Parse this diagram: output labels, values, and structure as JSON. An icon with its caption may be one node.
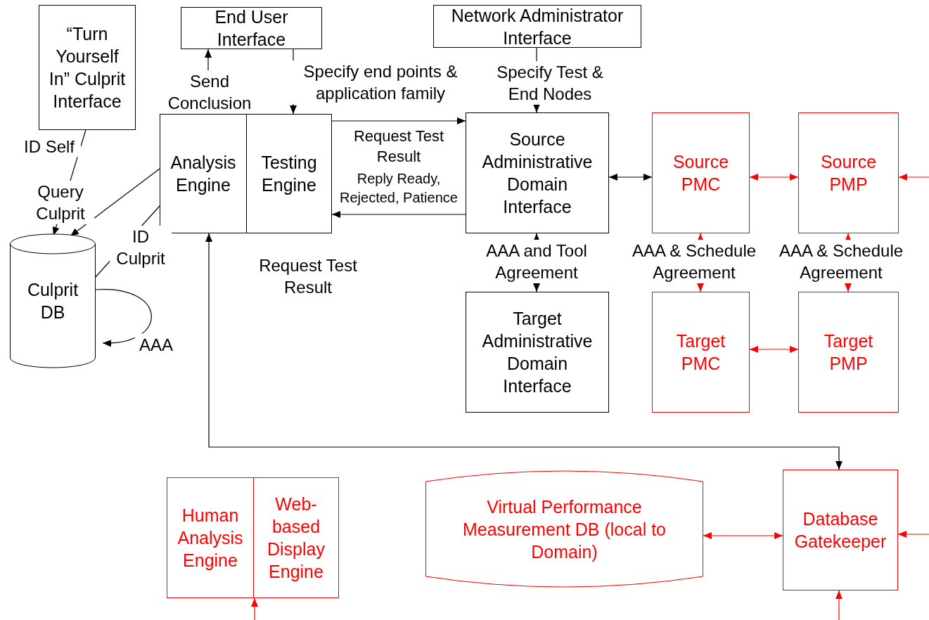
{
  "diagram": {
    "nodes": [
      {
        "text": [
          "“Turn Yourself In” Culprit Interface"
        ]
      },
      {
        "text": [
          "End User Interface"
        ]
      },
      {
        "text": [
          "Network Administrator Interface"
        ]
      },
      {
        "text": [
          "Analysis Engine"
        ]
      },
      {
        "text": [
          "Testing Engine"
        ]
      },
      {
        "text": [
          "Source Administrative Domain Interface"
        ]
      },
      {
        "text": [
          "Source PMC"
        ]
      },
      {
        "text": [
          "Source PMP"
        ]
      },
      {
        "text": [
          "Culprit DB"
        ]
      },
      {
        "text": [
          "Target Administrative Domain Interface"
        ]
      },
      {
        "text": [
          "Target PMC"
        ]
      },
      {
        "text": [
          "Target PMP"
        ]
      },
      {
        "text": [
          "Human Analysis Engine"
        ]
      },
      {
        "text": [
          "Web-based Display Engine"
        ]
      },
      {
        "text": [
          "Virtual Performance Measurement DB (local to Domain)"
        ]
      },
      {
        "text": [
          "Database Gatekeeper"
        ]
      }
    ],
    "edges": [
      {
        "from": 0,
        "to": 8,
        "arrow": "to",
        "label": "ID Self"
      },
      {
        "from": 3,
        "to": 8,
        "arrow": "to",
        "label": "Query Culprit"
      },
      {
        "from": 8,
        "to": 3,
        "arrow": "none",
        "label": "ID Culprit"
      },
      {
        "from": 8,
        "to": 8,
        "arrow": "to",
        "label": "AAA"
      },
      {
        "from": 3,
        "to": 1,
        "arrow": "to",
        "label": "Send Conclusion"
      },
      {
        "from": 1,
        "to": 4,
        "arrow": "to",
        "label": "Specify end points & application family"
      },
      {
        "from": 2,
        "to": 5,
        "arrow": "to",
        "label": "Specify Test & End Nodes"
      },
      {
        "from": 4,
        "to": 5,
        "arrow": "to",
        "label": "Request Test Result"
      },
      {
        "from": 5,
        "to": 4,
        "arrow": "to",
        "label": "Reply Ready, Rejected, Patience"
      },
      {
        "from": 5,
        "to": 6,
        "arrow": "both"
      },
      {
        "from": 5,
        "to": 9,
        "arrow": "both",
        "label": "AAA and Tool Agreement"
      },
      {
        "from": 6,
        "to": 7,
        "arrow": "both",
        "color": "#ff0000"
      },
      {
        "from": null,
        "to": 7,
        "arrow": "to",
        "color": "#ff0000"
      },
      {
        "from": 6,
        "to": 10,
        "arrow": "both",
        "label": "AAA & Schedule Agreement",
        "color": "#ff0000"
      },
      {
        "from": 7,
        "to": 11,
        "arrow": "both",
        "label": "AAA & Schedule Agreement",
        "color": "#ff0000"
      },
      {
        "from": 10,
        "to": 11,
        "arrow": "both",
        "color": "#ff0000"
      },
      {
        "from": 3,
        "to": 15,
        "arrow": "both",
        "label": "Request Test Result"
      },
      {
        "from": 14,
        "to": 15,
        "arrow": "both",
        "color": "#ff0000"
      },
      {
        "from": null,
        "to": 15,
        "arrow": "to",
        "color": "#ff0000"
      },
      {
        "from": null,
        "to": 15,
        "arrow": "to",
        "color": "#ff0000"
      },
      {
        "from": null,
        "to": 13,
        "arrow": "to",
        "color": "#ff0000"
      }
    ]
  }
}
